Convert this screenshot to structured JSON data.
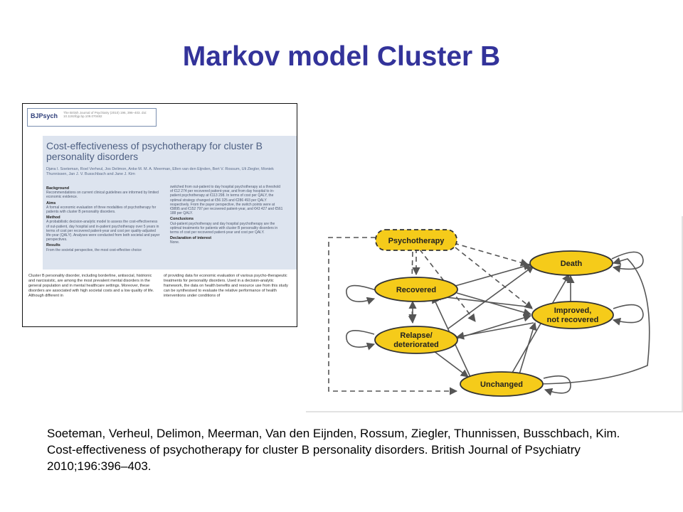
{
  "slide": {
    "title": "Markov model Cluster B",
    "citation": "Soeteman, Verheul, Delimon, Meerman, Van den Eijnden, Rossum,  Ziegler, Thunnissen, Busschbach, Kim. Cost-effectiveness of psychotherapy for cluster B personality disorders. British Journal of Psychiatry 2010;196:396–403."
  },
  "paper": {
    "logo": "BJPsych",
    "journal_info": "The British Journal of Psychiatry (2010) 196, 396–403. doi: 10.1192/bjp.bp.109.070482",
    "title": "Cost-effectiveness of psychotherapy for cluster B personality disorders",
    "authors": "Djøra I. Soeteman, Roel Verheul, Jos Delimon, Anke M. M. A. Meerman, Ellen van den Eijnden, Bert V. Rossum, Uli Ziegler, Moniek Thunnissen, Jan J. V. Busschbach and Jane J. Kim",
    "sections": [
      {
        "heading": "Background",
        "text": "Recommendations on current clinical guidelines are informed by limited economic evidence."
      },
      {
        "heading": "Aims",
        "text": "A formal economic evaluation of three modalities of psychotherapy for patients with cluster B personality disorders."
      },
      {
        "heading": "Method",
        "text": "A probabilistic decision-analytic model to assess the cost-effectiveness of out-patient, day hospital and in-patient psychotherapy over 5 years in terms of cost per recovered patient-year and cost per quality-adjusted life-year (QALY). Analyses were conducted from both societal and payer perspectives."
      },
      {
        "heading": "Results",
        "text": "From the societal perspective, the most cost-effective choice"
      }
    ],
    "sections_right": [
      {
        "heading": "",
        "text": "switched from out-patient to day hospital psychotherapy at a threshold of €12 274 per recovered patient-year, and from day hospital to in-patient psychotherapy at €113 298. In terms of cost per QALY, the optimal strategy changed at €56 325 and €286 493 per QALY respectively. From the payer perspective, the switch points were at €9895 and €152 797 per recovered patient-year, and €43 427 and €561 188 per QALY."
      },
      {
        "heading": "Conclusions",
        "text": "Out-patient psychotherapy and day hospital psychotherapy are the optimal treatments for patients with cluster B personality disorders in terms of cost per recovered patient-year and cost per QALY."
      },
      {
        "heading": "Declaration of interest",
        "text": "None."
      }
    ],
    "body_left": "Cluster B personality disorder, including borderline, antisocial, histrionic and narcissistic, are among the most prevalent mental disorders in the general population and in mental healthcare settings. Moreover, these disorders are associated with high societal costs and a low quality of life. Although different in",
    "body_right": "of providing data for economic evaluation of various psycho-therapeutic treatments for personality disorders. Used in a decision-analytic framework, the data on health benefits and resource use from this study can be synthesised to evaluate the relative performance of health interventions under conditions of"
  },
  "diagram": {
    "nodes": {
      "psychotherapy": "Psychotherapy",
      "death": "Death",
      "recovered": "Recovered",
      "improved_line1": "Improved,",
      "improved_line2": "not recovered",
      "relapse_line1": "Relapse/",
      "relapse_line2": "deteriorated",
      "unchanged": "Unchanged"
    },
    "colors": {
      "node_fill": "#f5cb1a",
      "node_stroke": "#333333",
      "arrow": "#555555"
    }
  }
}
